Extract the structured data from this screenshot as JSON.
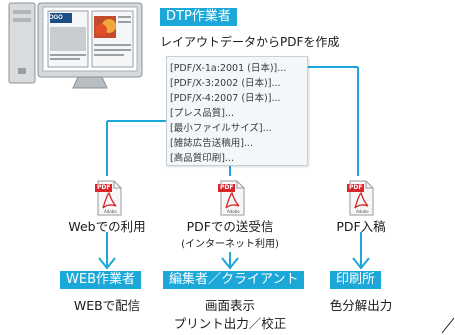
{
  "monitor": {
    "logo_text": "LOGO"
  },
  "top_role": {
    "label": "DTP作業者",
    "description": "レイアウトデータからPDFを作成"
  },
  "presets": [
    "[PDF/X-1a:2001 (日本)]...",
    "[PDF/X-3:2002 (日本)]...",
    "[PDF/X-4:2007 (日本)]...",
    "[プレス品質]...",
    "[最小ファイルサイズ]...",
    "[雑誌広告送稿用]...",
    "[高品質印刷]..."
  ],
  "pdf_icon_text": {
    "tag": "PDF",
    "brand": "Adobe"
  },
  "branches": [
    {
      "use": "Webでの利用",
      "use_note": "",
      "role": "WEB作業者",
      "result": [
        "WEBで配信"
      ]
    },
    {
      "use": "PDFでの送受信",
      "use_note": "(インターネット利用)",
      "role": "編集者／クライアント",
      "result": [
        "画面表示",
        "プリント出力／校正"
      ]
    },
    {
      "use": "PDF入稿",
      "use_note": "",
      "role": "印刷所",
      "result": [
        "色分解出力"
      ]
    }
  ],
  "colors": {
    "accent": "#1ba8d9",
    "pdf_red": "#d9262b"
  }
}
